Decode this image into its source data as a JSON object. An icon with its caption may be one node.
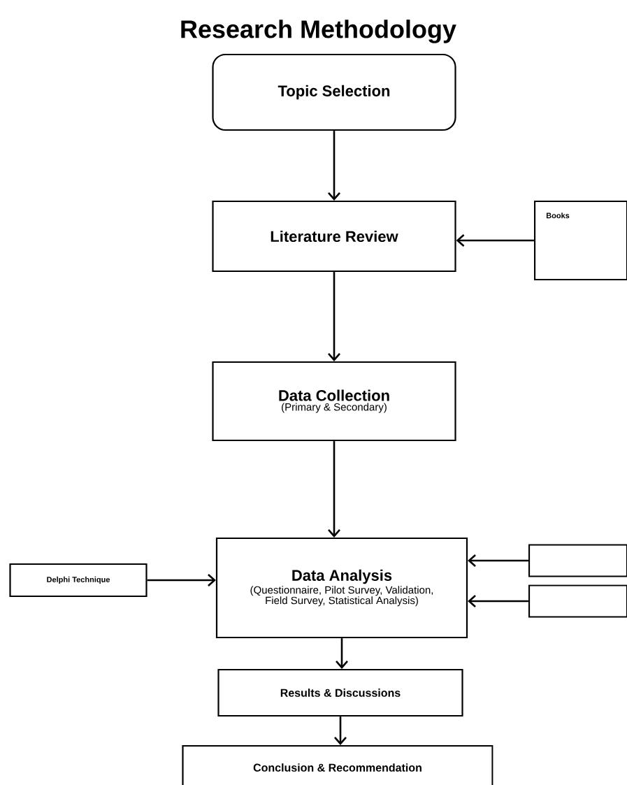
{
  "diagram": {
    "title": "Research Methodology",
    "nodes": [
      {
        "text": [
          "Topic Selection"
        ]
      },
      {
        "text": [
          "Literature Review"
        ]
      },
      {
        "text": [
          "Books"
        ]
      },
      {
        "text": [
          "Data Collection",
          "(Primary & Secondary)"
        ]
      },
      {
        "text": [
          "Data Analysis",
          "(Questionnaire, Pilot Survey, Validation, Field Survey, Statistical Analysis)"
        ]
      },
      {
        "text": [
          "Delphi Technique"
        ]
      },
      {
        "text": [],
        "shape": "box"
      },
      {
        "text": [],
        "shape": "box"
      },
      {
        "text": [
          "Results & Discussions"
        ]
      },
      {
        "text": [
          "Conclusion & Recommendation"
        ]
      }
    ],
    "edges": [
      {
        "from": 0,
        "to": 1,
        "arrow": "to"
      },
      {
        "from": 2,
        "to": 1,
        "arrow": "to"
      },
      {
        "from": 1,
        "to": 3,
        "arrow": "to"
      },
      {
        "from": 3,
        "to": 4,
        "arrow": "to"
      },
      {
        "from": 5,
        "to": 4,
        "arrow": "to"
      },
      {
        "from": 6,
        "to": 4,
        "arrow": "to"
      },
      {
        "from": 7,
        "to": 4,
        "arrow": "to"
      },
      {
        "from": 4,
        "to": 8,
        "arrow": "to"
      },
      {
        "from": 8,
        "to": 9,
        "arrow": "to"
      }
    ]
  }
}
